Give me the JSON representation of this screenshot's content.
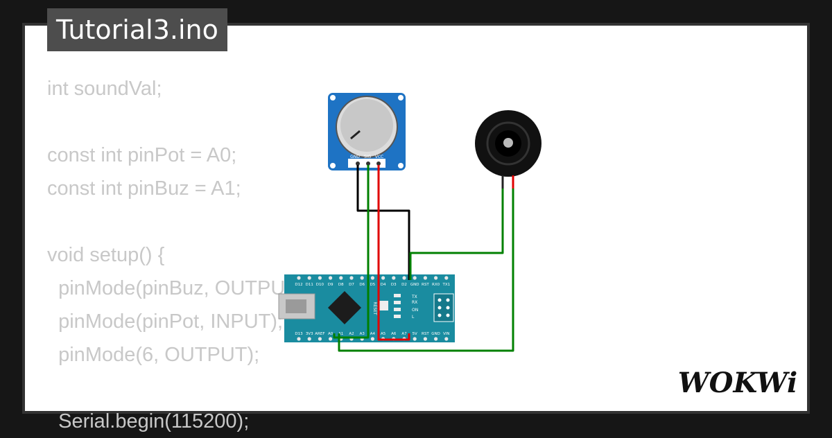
{
  "project": {
    "filename": "Tutorial3.ino"
  },
  "code_lines": [
    "int soundVal;",
    "",
    "const int pinPot = A0;",
    "const int pinBuz = A1;",
    "",
    "void setup() {",
    "  pinMode(pinBuz, OUTPUT);",
    "  pinMode(pinPot, INPUT);",
    "  pinMode(6, OUTPUT);",
    "",
    "  Serial.begin(115200);"
  ],
  "potentiometer": {
    "pins": [
      "GND",
      "SIG",
      "VCC"
    ],
    "board_color": "#1e73c4"
  },
  "buzzer": {
    "color": "#111111"
  },
  "arduino_nano": {
    "board_color": "#1a8ca0",
    "top_pins": [
      "D12",
      "D11",
      "D10",
      "D9",
      "D8",
      "D7",
      "D6",
      "D5",
      "D4",
      "D3",
      "D2",
      "GND",
      "RST",
      "RX0",
      "TX1"
    ],
    "bottom_pins": [
      "D13",
      "3V3",
      "AREF",
      "A0",
      "A1",
      "A2",
      "A3",
      "A4",
      "A5",
      "A6",
      "A7",
      "5V",
      "RST",
      "GND",
      "VIN"
    ],
    "reset_label": "RESET",
    "led_labels": [
      "TX",
      "RX",
      "ON",
      "L"
    ]
  },
  "wires": {
    "gnd_color": "#000000",
    "signal_color": "#008000",
    "power_color": "#e00000"
  },
  "brand": {
    "logo_text": "WOKWi"
  }
}
